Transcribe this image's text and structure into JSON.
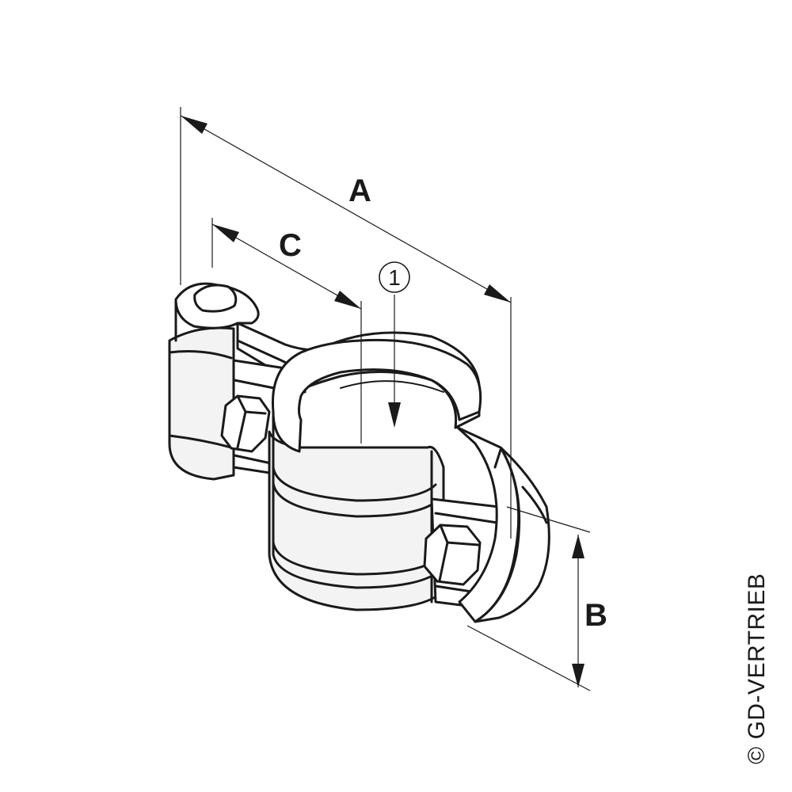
{
  "dimensions": {
    "a_label": "A",
    "b_label": "B",
    "c_label": "C"
  },
  "callout": {
    "number": "1"
  },
  "copyright": {
    "text": "© GD-VERTRIEB"
  },
  "icons": {
    "part": "pipe-clamp-drawing",
    "bolt": "hex-bolt-icon"
  }
}
